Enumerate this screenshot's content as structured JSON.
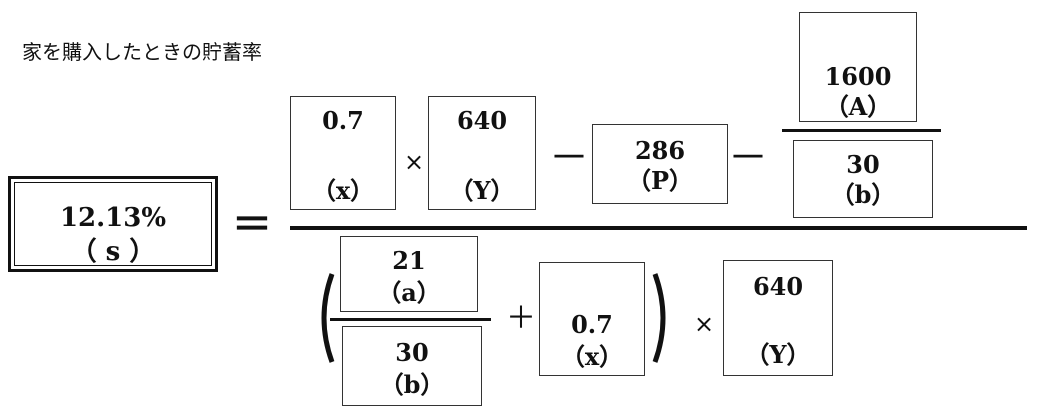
{
  "title": "家を購入したときの貯蓄率",
  "result": {
    "value": "12.13%",
    "symbol": "（ s ）"
  },
  "operators": {
    "equals": "＝",
    "times": "×",
    "minus": "－",
    "plus": "＋",
    "paren_open": "(",
    "paren_close": ")"
  },
  "numerator": {
    "x": {
      "value": "0.7",
      "label": "（x）"
    },
    "Y": {
      "value": "640",
      "label": "（Y）"
    },
    "P": {
      "value": "286",
      "label": "（P）"
    },
    "A": {
      "value": "1600",
      "label": "（A）"
    },
    "b": {
      "value": "30",
      "label": "（b）"
    }
  },
  "denominator": {
    "a": {
      "value": "21",
      "label": "（a）"
    },
    "b": {
      "value": "30",
      "label": "（b）"
    },
    "x": {
      "value": "0.7",
      "label": "（x）"
    },
    "Y": {
      "value": "640",
      "label": "（Y）"
    }
  }
}
